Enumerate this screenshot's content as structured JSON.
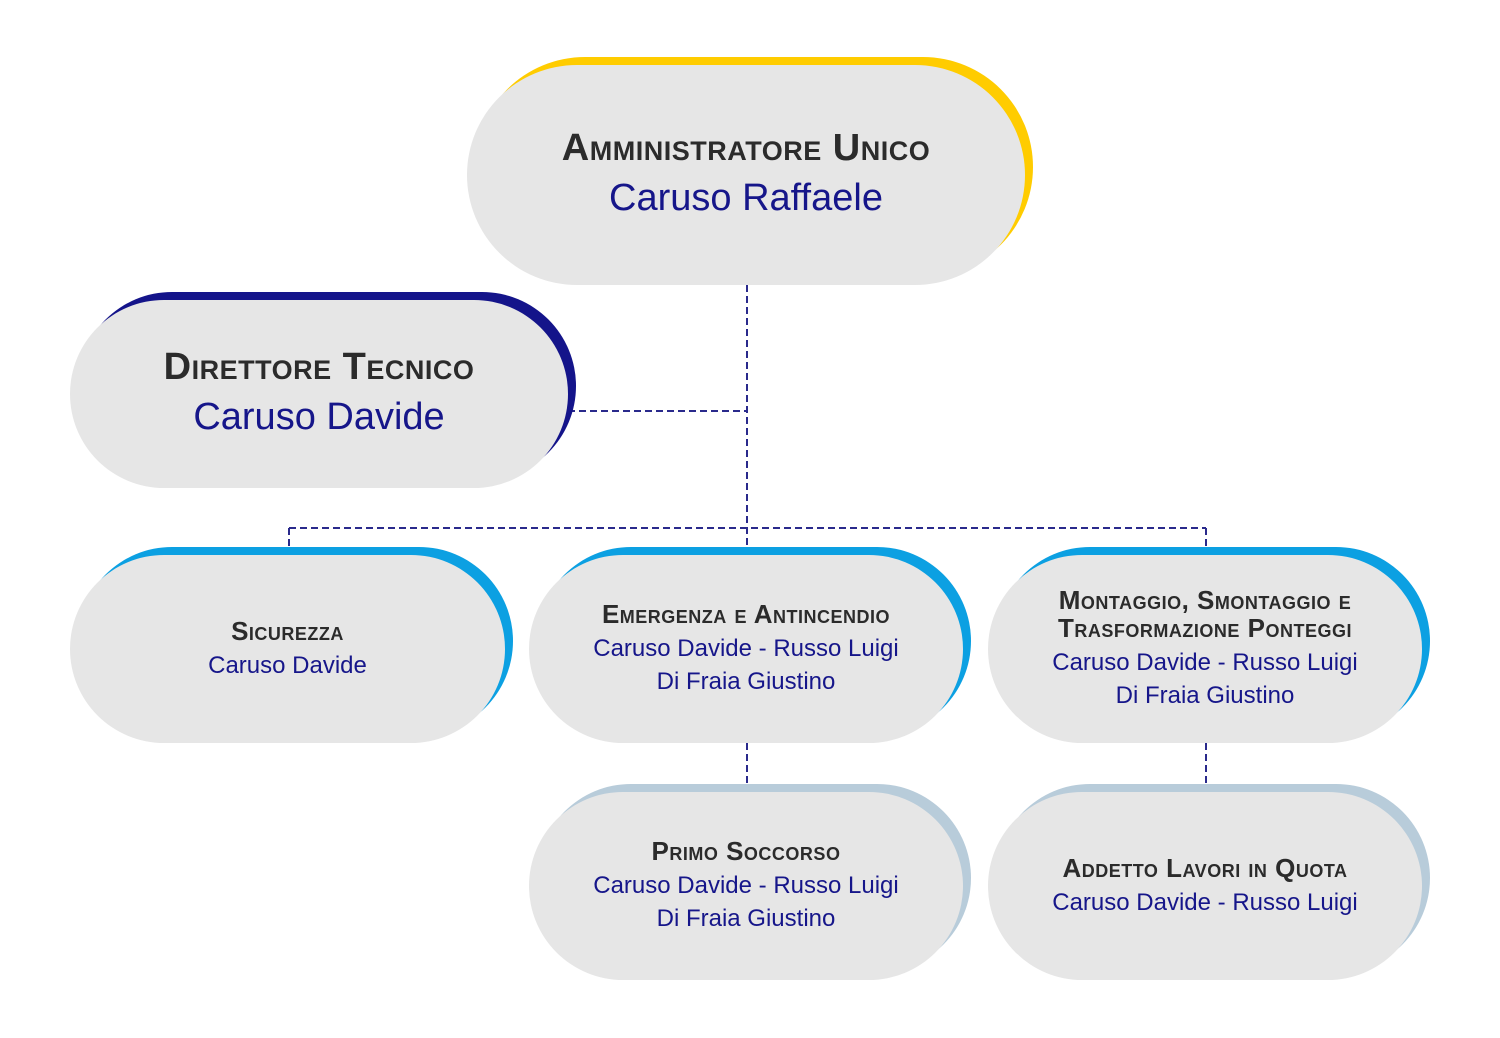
{
  "colors": {
    "top": "#FFCC00",
    "director": "#14148A",
    "department": "#0CA0E2",
    "sub": "#B8CCDA",
    "line": "#2A2A8C"
  },
  "nodes": {
    "admin": {
      "title": "Amministratore Unico",
      "names": [
        "Caruso Raffaele"
      ]
    },
    "director": {
      "title": "Direttore Tecnico",
      "names": [
        "Caruso Davide"
      ]
    },
    "sicurezza": {
      "title": "Sicurezza",
      "names": [
        "Caruso Davide"
      ]
    },
    "emergenza": {
      "title": "Emergenza e Antincendio",
      "names": [
        "Caruso Davide - Russo Luigi",
        "Di Fraia Giustino"
      ]
    },
    "montaggio": {
      "title_lines": [
        "Montaggio, Smontaggio e",
        "Trasformazione Ponteggi"
      ],
      "names": [
        "Caruso Davide - Russo Luigi",
        "Di Fraia Giustino"
      ]
    },
    "primo": {
      "title": "Primo Soccorso",
      "names": [
        "Caruso Davide - Russo Luigi",
        "Di Fraia Giustino"
      ]
    },
    "addetto": {
      "title": "Addetto Lavori in Quota",
      "names": [
        "Caruso Davide - Russo Luigi"
      ]
    }
  }
}
